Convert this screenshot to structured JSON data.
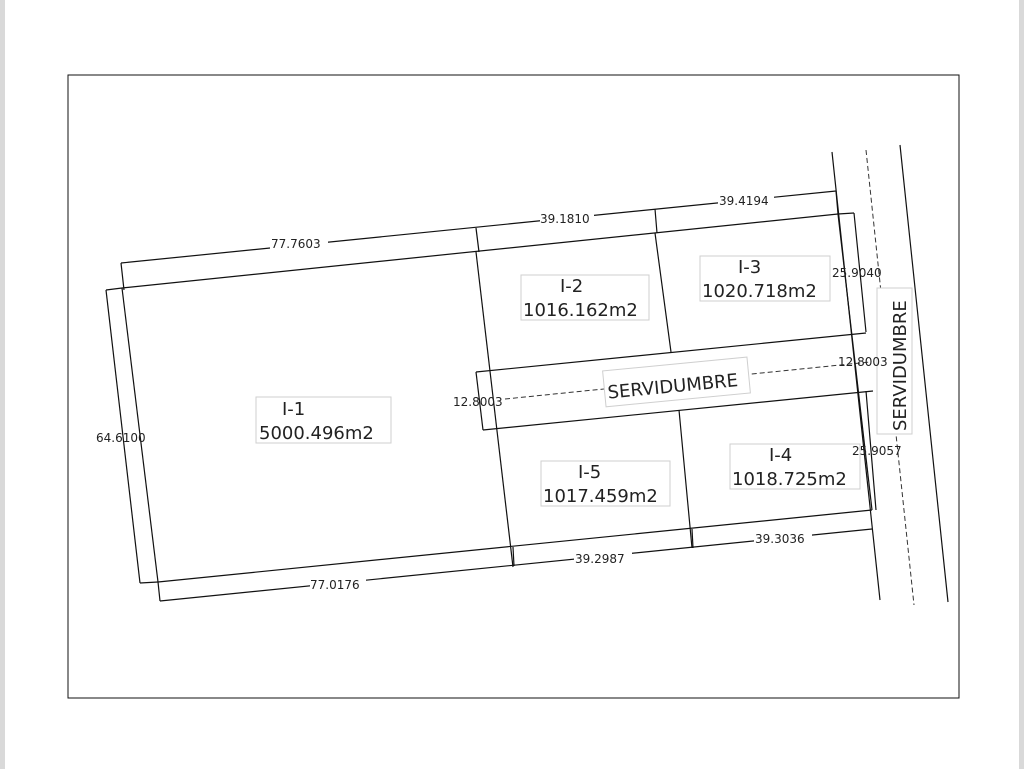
{
  "dimensions": {
    "top_left": "77.7603",
    "top_mid": "39.1810",
    "top_right": "39.4194",
    "left": "64.6100",
    "bottom_left": "77.0176",
    "bottom_mid": "39.2987",
    "bottom_right": "39.3036",
    "right_top": "25.9040",
    "right_bottom": "25.9057",
    "servidumbre_left": "12.8003",
    "servidumbre_right": "12.8003"
  },
  "lots": [
    {
      "id": "I-1",
      "area": "5000.496m2"
    },
    {
      "id": "I-2",
      "area": "1016.162m2"
    },
    {
      "id": "I-3",
      "area": "1020.718m2"
    },
    {
      "id": "I-4",
      "area": "1018.725m2"
    },
    {
      "id": "I-5",
      "area": "1017.459m2"
    }
  ],
  "servidumbre_label": "SERVIDUMBRE",
  "road_label": "SERVIDUMBRE"
}
